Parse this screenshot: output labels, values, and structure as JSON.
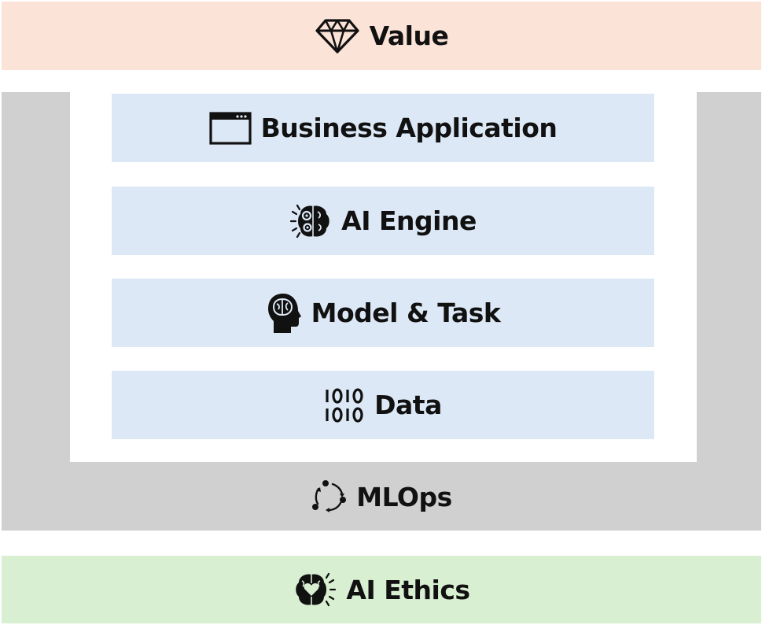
{
  "value": {
    "label": "Value",
    "icon": "diamond-icon",
    "color": "#fbe3d7"
  },
  "layers": [
    {
      "label": "Business Application",
      "icon": "browser-window-icon"
    },
    {
      "label": "AI Engine",
      "icon": "brain-gears-icon"
    },
    {
      "label": "Model & Task",
      "icon": "head-brain-icon"
    },
    {
      "label": "Data",
      "icon": "binary-data-icon"
    }
  ],
  "layer_color": "#dce8f5",
  "mlops": {
    "label": "MLOps",
    "icon": "cycle-icon",
    "color": "#d0d0d0"
  },
  "ethics": {
    "label": "AI Ethics",
    "icon": "brain-heart-icon",
    "color": "#d8efd2"
  }
}
